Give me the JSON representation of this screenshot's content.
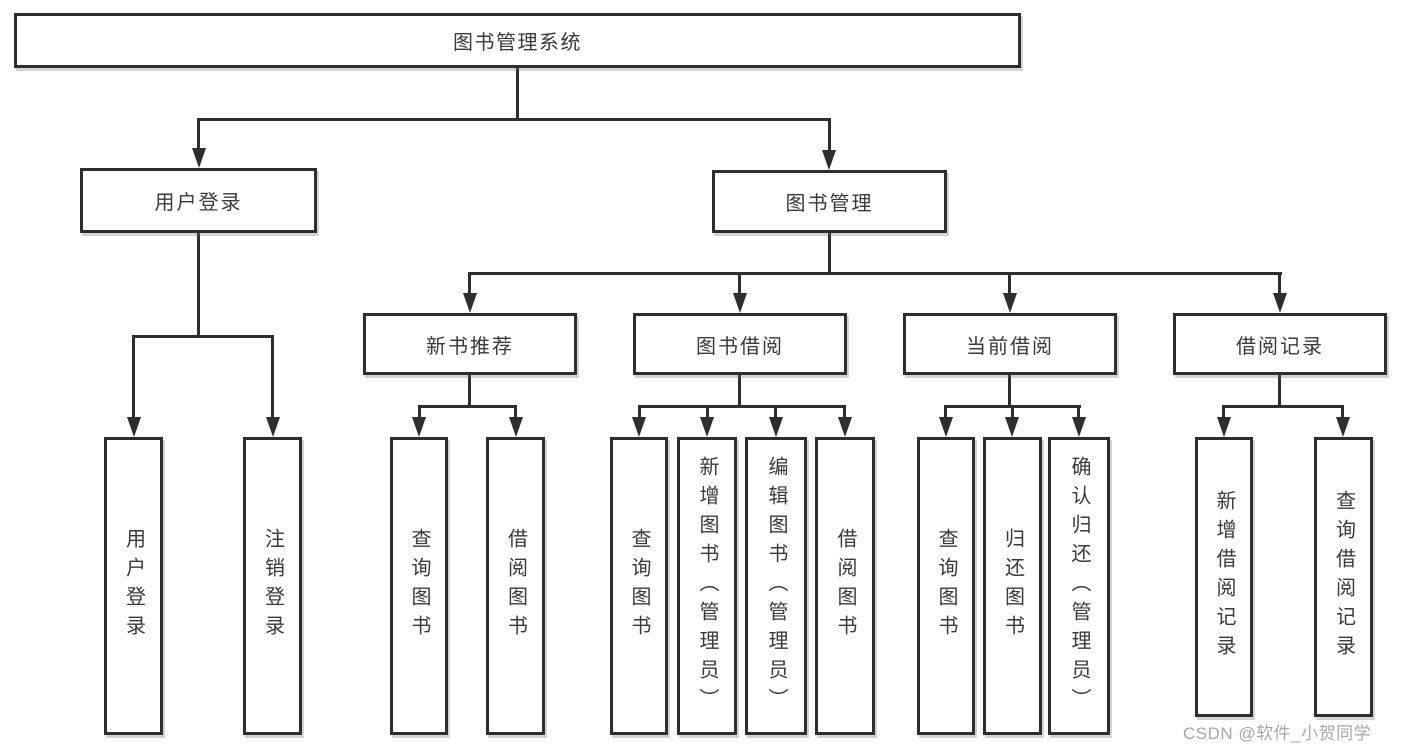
{
  "colors": {
    "line": "#2e2e2e",
    "node_border": "#2e2e2e",
    "node_text": "#3a3a3a",
    "background": "#ffffff",
    "watermark": "#9e9e9e"
  },
  "nodes": {
    "root": {
      "label": "图书管理系统"
    },
    "user_login": {
      "label": "用户登录"
    },
    "book_management": {
      "label": "图书管理"
    },
    "new_book_recommend": {
      "label": "新书推荐"
    },
    "book_borrow": {
      "label": "图书借阅"
    },
    "current_borrow": {
      "label": "当前借阅"
    },
    "borrow_records": {
      "label": "借阅记录"
    },
    "leaf_user_login": {
      "label": "用户登录"
    },
    "leaf_logout": {
      "label": "注销登录"
    },
    "leaf_rec_query_books": {
      "label": "查询图书"
    },
    "leaf_rec_borrow_books": {
      "label": "借阅图书"
    },
    "leaf_bb_query_books": {
      "label": "查询图书"
    },
    "leaf_bb_add_books_admin": {
      "label": "新增图书（管理员）"
    },
    "leaf_bb_edit_books_admin": {
      "label": "编辑图书（管理员）"
    },
    "leaf_bb_borrow_books": {
      "label": "借阅图书"
    },
    "leaf_cb_query_books": {
      "label": "查询图书"
    },
    "leaf_cb_return_books": {
      "label": "归还图书"
    },
    "leaf_cb_confirm_return_admin": {
      "label": "确认归还（管理员）"
    },
    "leaf_br_add_record": {
      "label": "新增借阅记录"
    },
    "leaf_br_query_record": {
      "label": "查询借阅记录"
    }
  },
  "watermark": {
    "text": "CSDN @软件_小贺同学"
  }
}
